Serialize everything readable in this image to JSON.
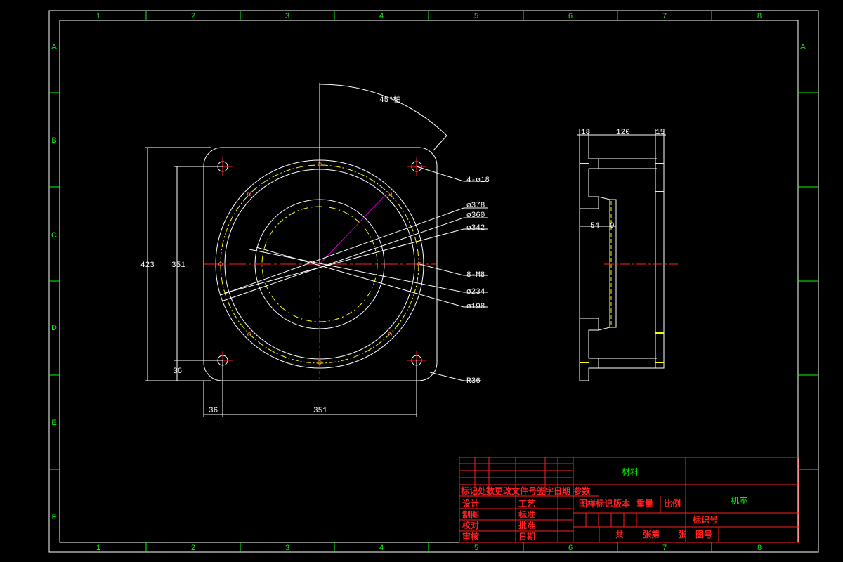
{
  "colors": {
    "background": "#000000",
    "frame": "#ffffff",
    "grid": "#00ff00",
    "center_line": "#ff2020",
    "hidden_line": "#ffff00",
    "leader_accent": "#c000c0",
    "title_block_lines": "#ff2020",
    "title_block_text_red": "#ff2020",
    "title_block_text_green": "#00ff00"
  },
  "grid": {
    "columns": [
      "1",
      "2",
      "3",
      "4",
      "5",
      "6",
      "7",
      "8"
    ],
    "rows": [
      "A",
      "B",
      "C",
      "D",
      "E",
      "F"
    ]
  },
  "front_view": {
    "angle_label": "45°柏",
    "callouts": {
      "holes": "4-ø18",
      "d378": "ø378",
      "d360": "ø360",
      "d342": "ø342",
      "threads": "8-M8",
      "d234": "ø234",
      "d198": "ø198",
      "radius": "R36"
    },
    "dimensions": {
      "overall_height": "423",
      "hole_spacing_v": "351",
      "hole_offset_v": "36",
      "hole_offset_h": "36",
      "hole_spacing_h": "351"
    }
  },
  "side_view": {
    "dimensions": {
      "left_flange": "18",
      "body_width": "120",
      "right_flange": "15",
      "step_depth": "54",
      "wall": "9"
    }
  },
  "title_block": {
    "header_row": "标记处数更改文件号签字日期 参数",
    "design": "设计",
    "process": "工艺",
    "drawing": "制图",
    "standard": "标准",
    "check": "校对",
    "approve": "批准",
    "review": "审核",
    "date": "日期",
    "material": "材料",
    "stage_mark": "图样标记",
    "version": "版本",
    "weight": "重量",
    "scale": "比例",
    "part_name": "机座",
    "id_code": "标识号",
    "total": "共",
    "sheets_of": "张第",
    "sheet": "张",
    "drawing_no": "图号"
  }
}
